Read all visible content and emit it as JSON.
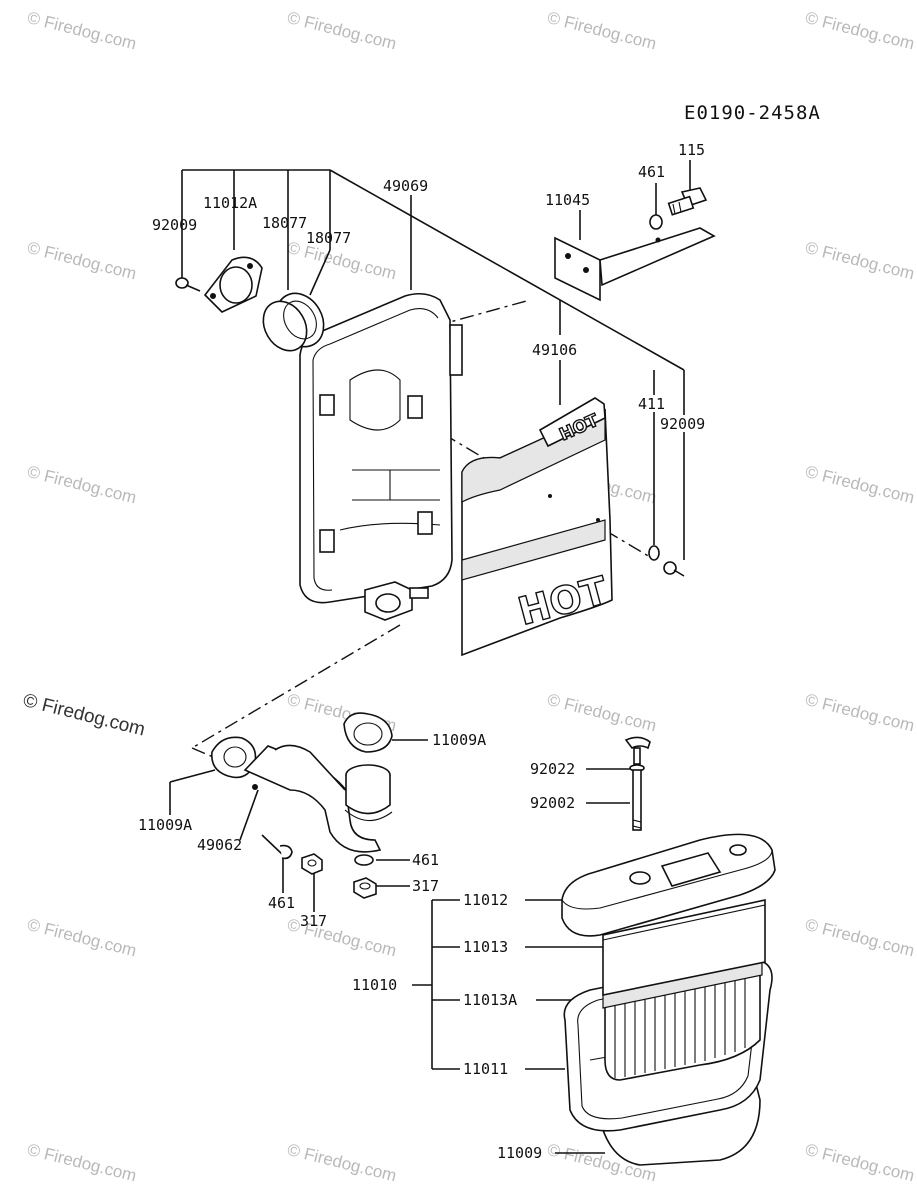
{
  "drawing_id": "E0190-2458A",
  "watermark": "© Firedog.com",
  "part_labels": {
    "p115": "115",
    "p461_top": "461",
    "p11045": "11045",
    "p11012A": "11012A",
    "p92009_left": "92009",
    "p18077_a": "18077",
    "p18077_b": "18077",
    "p49069": "49069",
    "p49106": "49106",
    "p411": "411",
    "p92009_right": "92009",
    "p11009A_right": "11009A",
    "p11009A_left": "11009A",
    "p49062": "49062",
    "p461_mid": "461",
    "p461_low": "461",
    "p317_right": "317",
    "p317_low": "317",
    "p92022": "92022",
    "p92002": "92002",
    "p11012": "11012",
    "p11013": "11013",
    "p11010": "11010",
    "p11013A": "11013A",
    "p11011": "11011",
    "p11009": "11009"
  },
  "hot_text": "HOT"
}
